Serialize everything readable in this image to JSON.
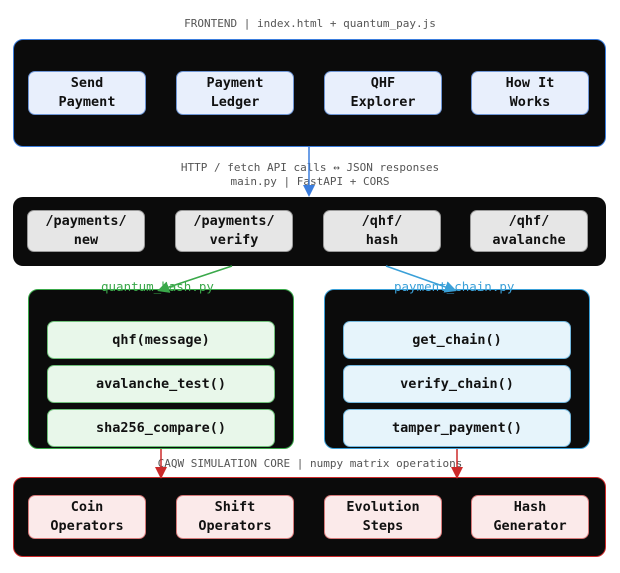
{
  "frontend": {
    "caption": "FRONTEND | index.html + quantum_pay.js",
    "buttons": [
      "Send\nPayment",
      "Payment\nLedger",
      "QHF\nExplorer",
      "How It\nWorks"
    ]
  },
  "api": {
    "caption_line1": "HTTP / fetch API calls ↔ JSON responses",
    "caption_line2": "main.py | FastAPI + CORS",
    "endpoints": [
      "/payments/\nnew",
      "/payments/\nverify",
      "/qhf/\nhash",
      "/qhf/\navalanche"
    ]
  },
  "modules": {
    "left": {
      "label": "quantum_hash.py",
      "color": "#3aa84a",
      "functions": [
        "qhf(message)",
        "avalanche_test()",
        "sha256_compare()"
      ]
    },
    "right": {
      "label": "payment_chain.py",
      "color": "#3aa0d8",
      "functions": [
        "get_chain()",
        "verify_chain()",
        "tamper_payment()"
      ]
    }
  },
  "core": {
    "caption": "CAQW SIMULATION CORE | numpy matrix operations",
    "components": [
      "Coin\nOperators",
      "Shift\nOperators",
      "Evolution\nSteps",
      "Hash\nGenerator"
    ]
  },
  "colors": {
    "frontend_border": "#3b7ddd",
    "core_border": "#cc2a2a",
    "arrow_blue": "#3b7ddd",
    "arrow_red": "#cc2a2a"
  }
}
